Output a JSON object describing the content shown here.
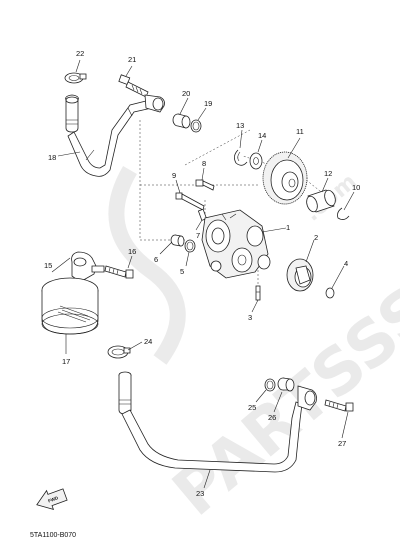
{
  "watermark": {
    "brand": "PARTSSS",
    "domain": ".com"
  },
  "diagram_code": "5TA1100-B070",
  "fwd_label": "FWD",
  "callouts": [
    {
      "id": "c1",
      "label": "1"
    },
    {
      "id": "c2",
      "label": "2"
    },
    {
      "id": "c3",
      "label": "3"
    },
    {
      "id": "c4",
      "label": "4"
    },
    {
      "id": "c5",
      "label": "5"
    },
    {
      "id": "c6",
      "label": "6"
    },
    {
      "id": "c7",
      "label": "7"
    },
    {
      "id": "c8",
      "label": "8"
    },
    {
      "id": "c9",
      "label": "9"
    },
    {
      "id": "c10",
      "label": "10"
    },
    {
      "id": "c11",
      "label": "11"
    },
    {
      "id": "c12",
      "label": "12"
    },
    {
      "id": "c13",
      "label": "13"
    },
    {
      "id": "c14",
      "label": "14"
    },
    {
      "id": "c15",
      "label": "15"
    },
    {
      "id": "c16",
      "label": "16"
    },
    {
      "id": "c17",
      "label": "17"
    },
    {
      "id": "c18",
      "label": "18"
    },
    {
      "id": "c19",
      "label": "19"
    },
    {
      "id": "c20",
      "label": "20"
    },
    {
      "id": "c21",
      "label": "21"
    },
    {
      "id": "c22",
      "label": "22"
    },
    {
      "id": "c23",
      "label": "23"
    },
    {
      "id": "c24",
      "label": "24"
    },
    {
      "id": "c25",
      "label": "25"
    },
    {
      "id": "c26",
      "label": "26"
    },
    {
      "id": "c27",
      "label": "27"
    }
  ]
}
